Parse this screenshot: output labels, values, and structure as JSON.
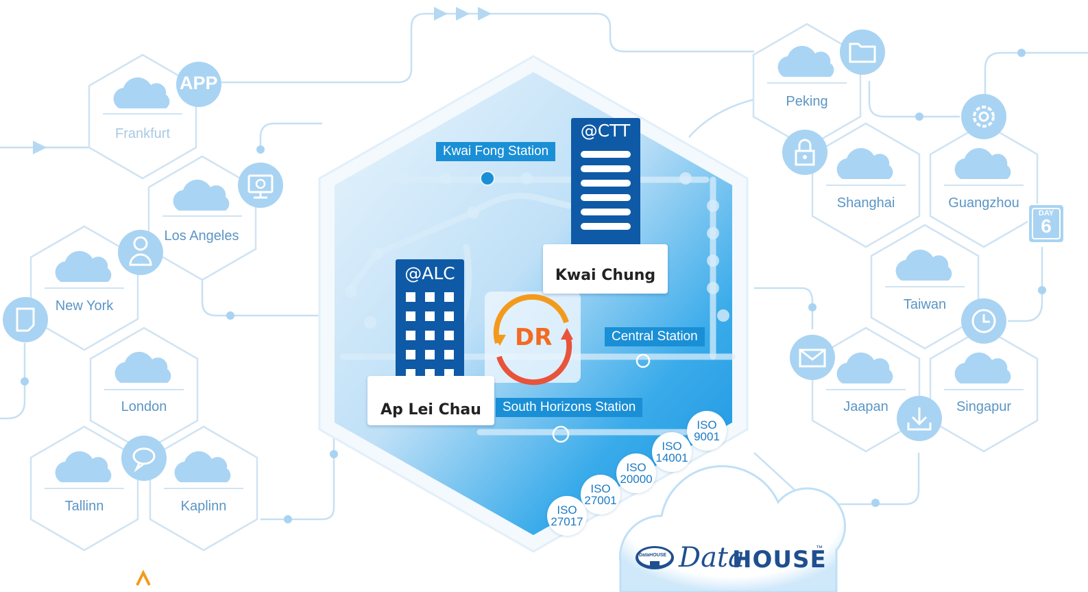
{
  "cities": {
    "frankfurt": "Frankfurt",
    "los_angeles": "Los Angeles",
    "new_york": "New York",
    "london": "London",
    "tallinn": "Tallinn",
    "kaplinn": "Kaplinn",
    "peking": "Peking",
    "shanghai": "Shanghai",
    "guangzhou": "Guangzhou",
    "taiwan": "Taiwan",
    "jaapan": "Jaapan",
    "singapur": "Singapur"
  },
  "badges": {
    "app": "APP",
    "day_label": "DAY",
    "day_number": "6"
  },
  "center": {
    "stations": {
      "kwai_fong": "Kwai Fong Station",
      "central": "Central Station",
      "south_horizons": "South Horizons Station"
    },
    "ctt": {
      "tag": "@CTT",
      "site": "Kwai Chung"
    },
    "alc": {
      "tag": "@ALC",
      "site": "Ap Lei Chau"
    },
    "dr_label": "DR"
  },
  "certifications": [
    {
      "name": "ISO",
      "code": "9001"
    },
    {
      "name": "ISO",
      "code": "14001"
    },
    {
      "name": "ISO",
      "code": "20000"
    },
    {
      "name": "ISO",
      "code": "27001"
    },
    {
      "name": "ISO",
      "code": "27017"
    }
  ],
  "brand": {
    "mini_logo_text": "DataHOUSE",
    "word_light": "Data",
    "word_bold": "HOUSE",
    "trademark": "™"
  },
  "colors": {
    "line": "#b9d8f0",
    "icon_circle": "#a9d3f2",
    "cloud": "#aad4f4",
    "tower": "#0f5aa6",
    "station_label": "#1a8fd6",
    "dr_orange": "#f26b21",
    "brand_navy": "#1f4f8f"
  }
}
